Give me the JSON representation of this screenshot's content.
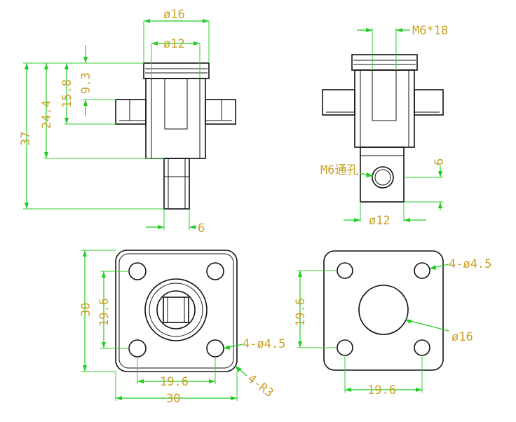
{
  "colors": {
    "outline": "#111111",
    "dimension_line": "#22cc22",
    "dimension_text": "#c9a227"
  },
  "front_view": {
    "dia_outer": "ø16",
    "dia_inner": "ø12",
    "height_total": "37",
    "height_body": "24.4",
    "height_flange": "15.8",
    "height_cap": "9.3",
    "shaft_width": "6"
  },
  "side_view": {
    "thread_top": "M6*18",
    "thread_cross": "M6通孔",
    "hole_offset": "6",
    "dia_bottom": "ø12"
  },
  "bottom_left_view": {
    "size_vertical": "30",
    "pitch_vertical": "19.6",
    "hole_spec": "4-ø4.5",
    "pitch_horizontal": "19.6",
    "size_horizontal": "30",
    "corner_radius": "4-R3"
  },
  "bottom_right_view": {
    "hole_spec": "4-ø4.5",
    "pitch_vertical": "19.6",
    "center_hole": "ø16",
    "pitch_horizontal": "19.6"
  }
}
